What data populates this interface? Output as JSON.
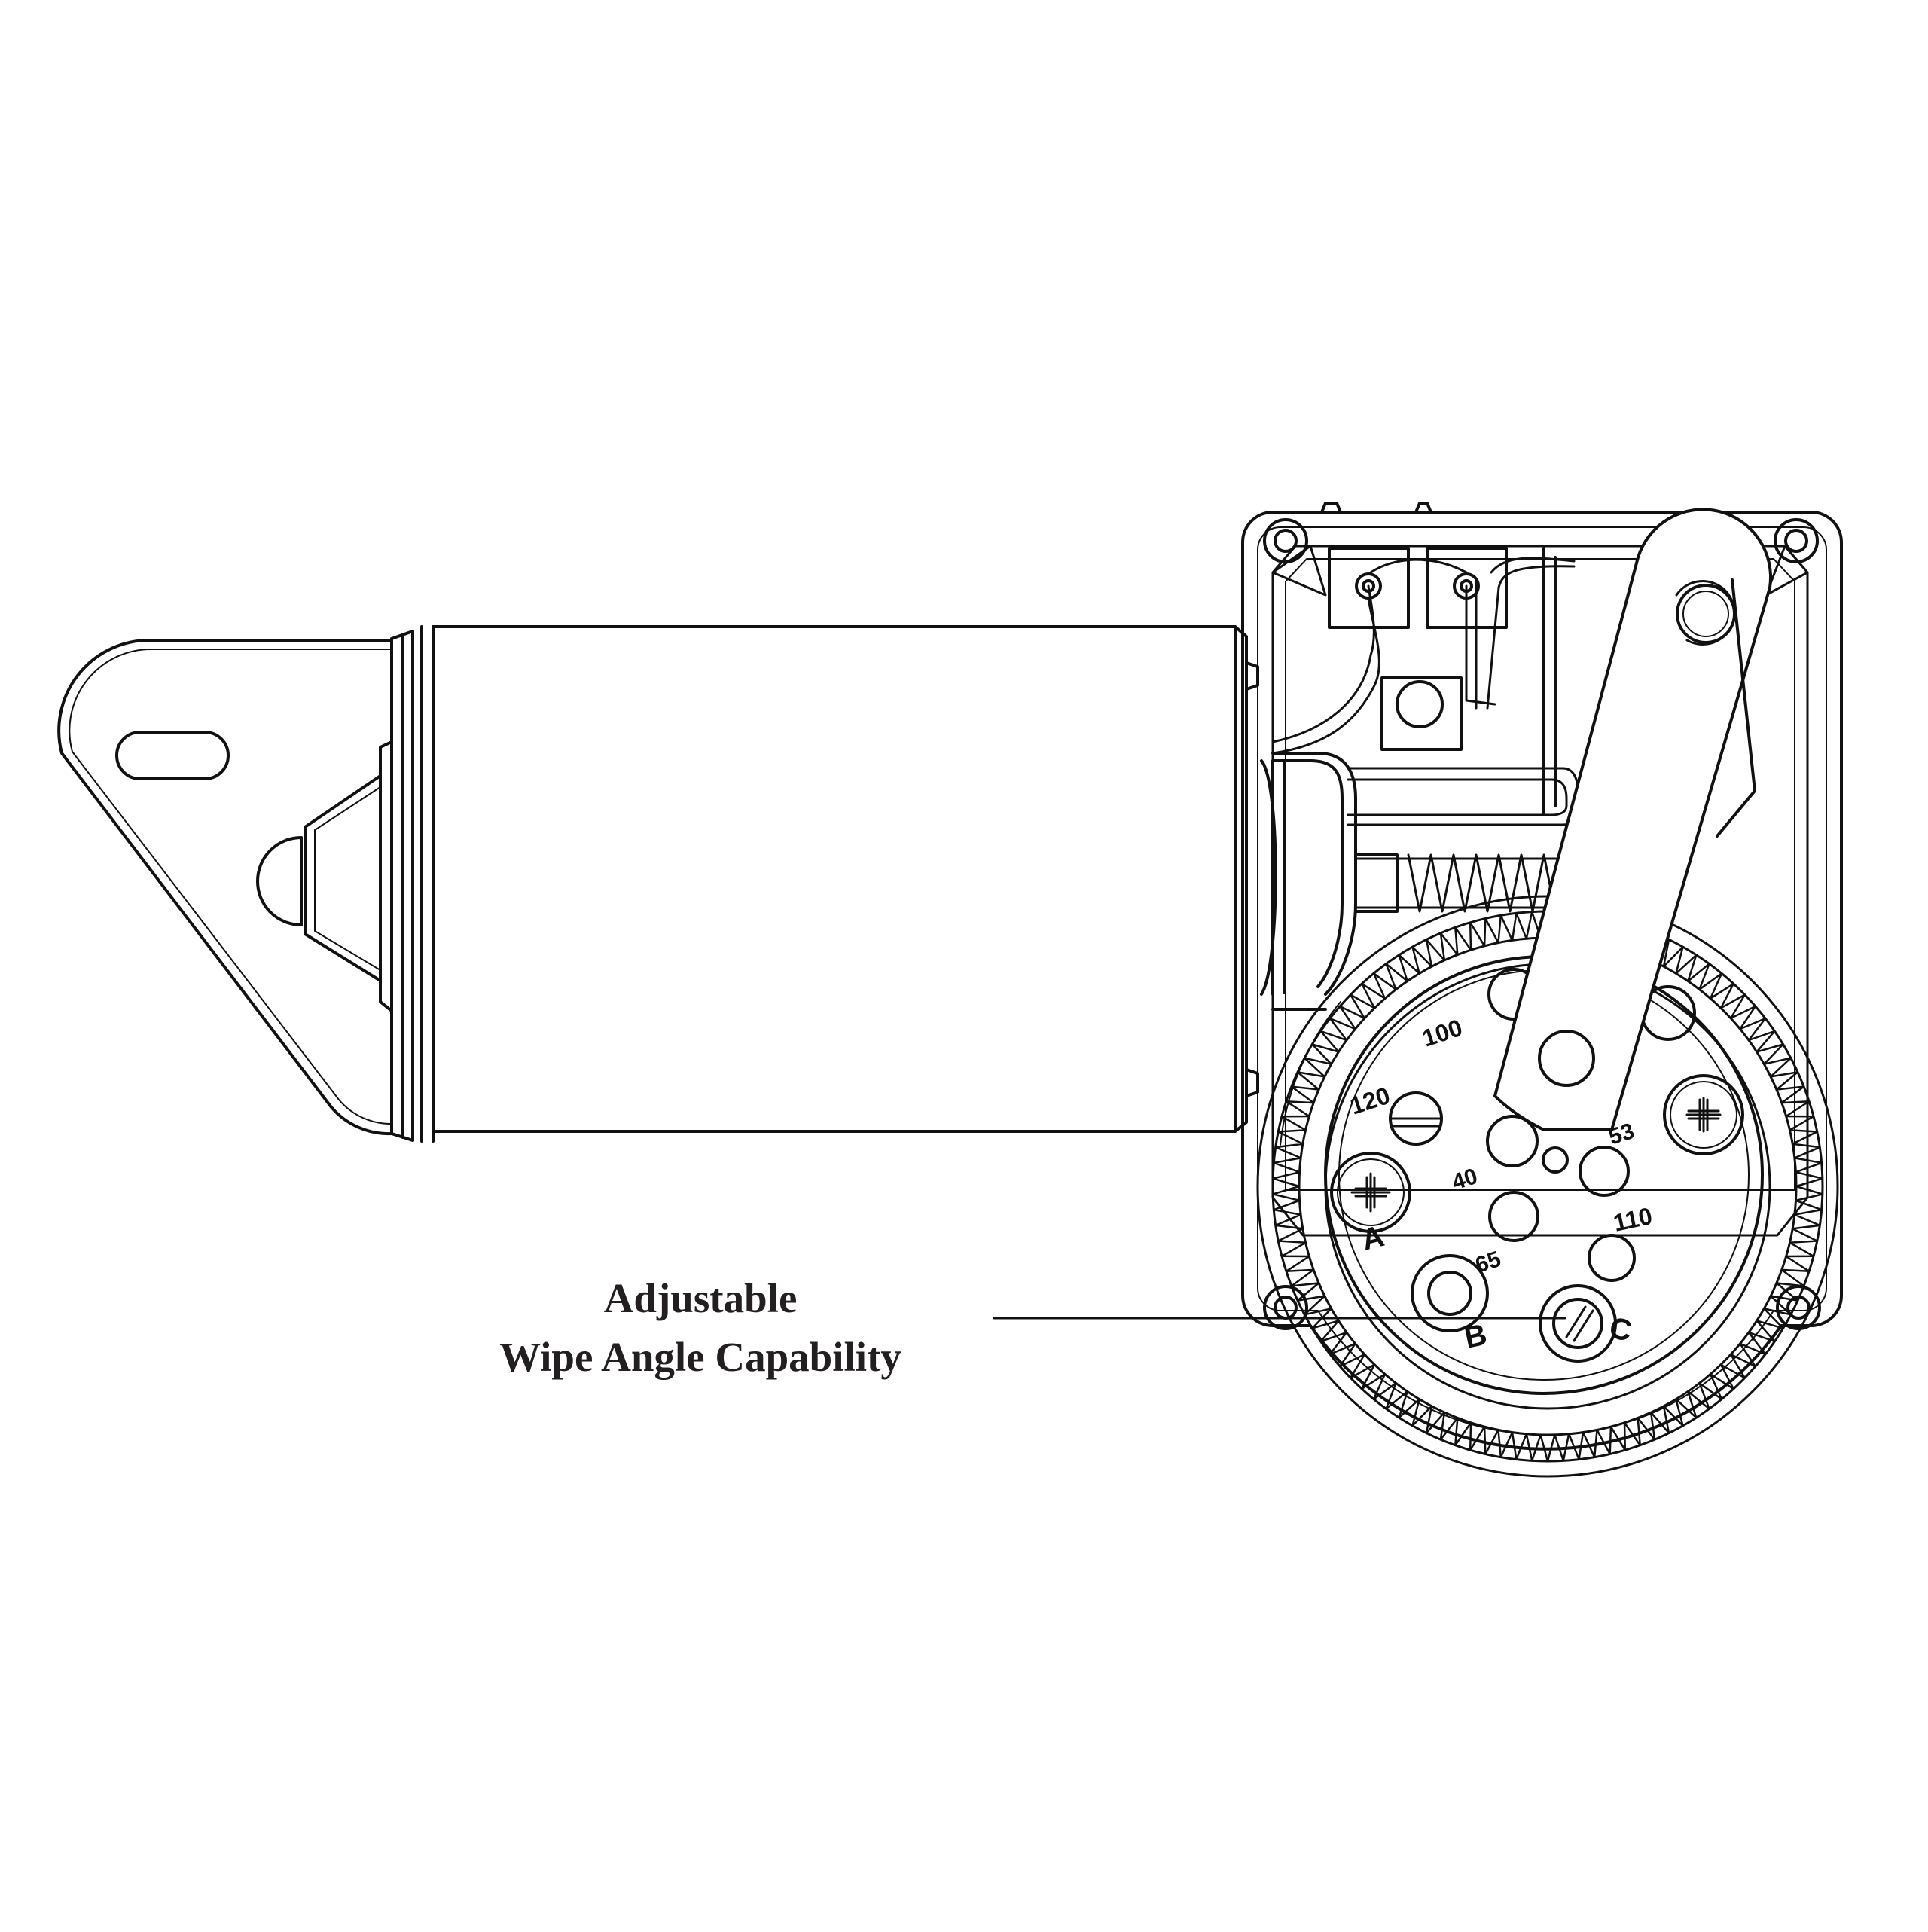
{
  "callout": {
    "line1": "Adjustable",
    "line2": "Wipe Angle Capability"
  },
  "angle_labels": {
    "a100": "100",
    "a120": "120",
    "a40": "40",
    "a53": "53",
    "a65": "65",
    "a110": "110"
  },
  "position_labels": {
    "A": "A",
    "B": "B",
    "C": "C"
  },
  "colors": {
    "line": "#111111",
    "text": "#231f20",
    "background": "#ffffff"
  }
}
